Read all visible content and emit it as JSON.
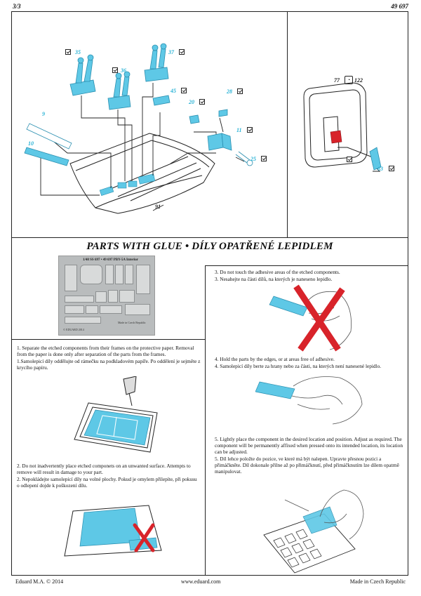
{
  "header": {
    "page": "3/3",
    "code": "49 697"
  },
  "parts": {
    "p35": "35",
    "p36": "36",
    "p37": "37",
    "p45": "45",
    "p9": "9",
    "p10": "10",
    "p20": "20",
    "p28": "28",
    "p11": "11",
    "p25": "25",
    "p91": "91",
    "p77": "77",
    "p122": "122",
    "p63": "63"
  },
  "glue": {
    "title": "PARTS WITH GLUE  •  DÍLY OPATŘENÉ LEPIDLEM"
  },
  "sheet": {
    "header": "1/48    SS 697 • 49 697    PBY-5A Interior",
    "maker": "© EDUARD 2014",
    "made_in": "Made in Czech Republic"
  },
  "steps": {
    "s1_en": "1. Separate the etched components from their frames on the protective paper. Removal from the paper is done only after separation of the parts from the frames.",
    "s1_cz": "1.Samolepicí díly oddělujte od rámečku na podkladovém papíře. Po oddělení je sejměte z krycího papíru.",
    "s2_en": "2. Do not inadvertently place etched componets on an unwanted surface. Attempts  to remove will result in damage to your part.",
    "s2_cz": "2. Nepokládejte samolepicí díly na volné plochy. Pokud je omylem přilepíte, při pokusu o odlepení dojde k poškození dílu.",
    "s3_en": "3. Do not touch the adhesive areas of the etched components.",
    "s3_cz": "3. Nesahejte na části dílů, na kterých je naneseno lepidlo.",
    "s4_en": "4. Hold the parts by the edges, or at areas free of adhesive.",
    "s4_cz": "4. Samolepicí díly berte za hrany nebo za části, na kterých není nanesené lepidlo.",
    "s5_en": "5. Lightly place the component in the desired location and position. Adjust as required. The component will be permanently affixed when pressed onto its intended location, its location can be adjusted.",
    "s5_cz": "5. Díl lehce položte do pozice, ve které má být nalepen. Upravte přesnou pozici a přimáčkněte. Díl dokonale přilne až po přimáčknutí, před přimáčknutím lze dílem opatrně manipulovat."
  },
  "footer": {
    "left": "Eduard M.A. © 2014",
    "center": "www.eduard.com",
    "right": "Made in Czech Republic"
  },
  "colors": {
    "part_blue": "#5ec8e6",
    "cross_red": "#d8232a",
    "frame": "#222222"
  }
}
